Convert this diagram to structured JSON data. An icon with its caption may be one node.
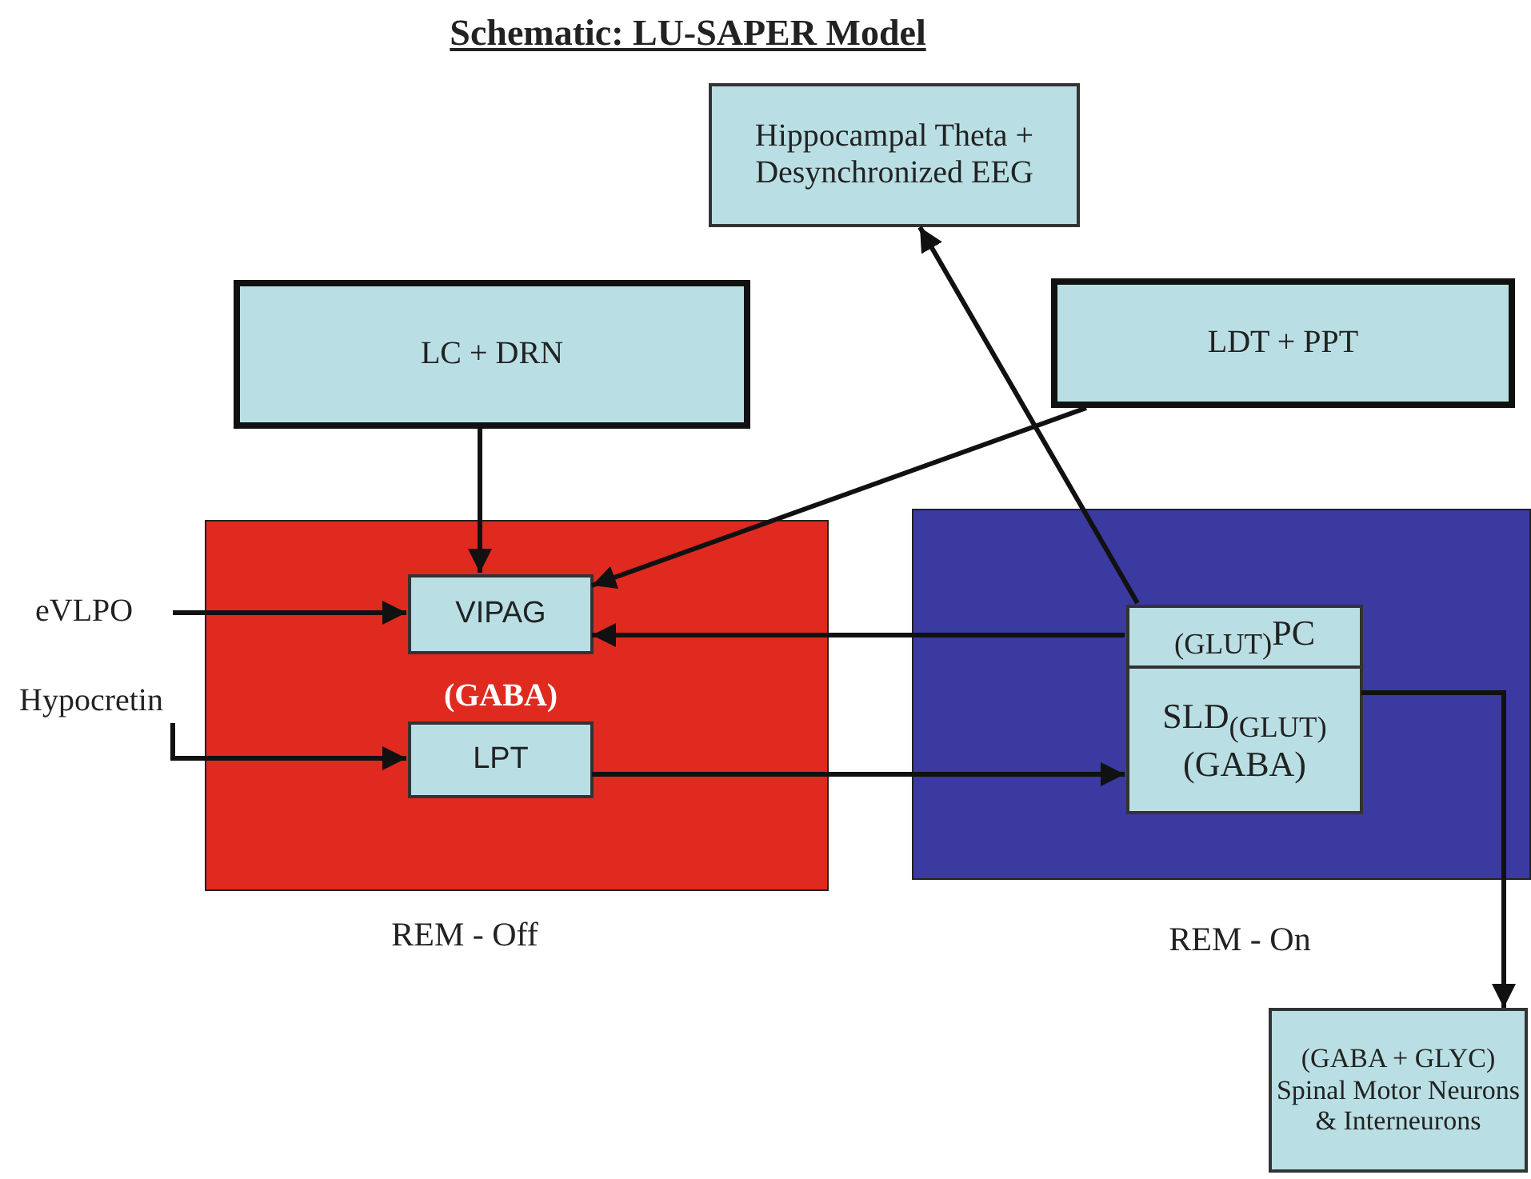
{
  "diagram": {
    "title": "Schematic:  LU-SAPER  Model",
    "nodes": [
      {
        "text": [
          "Hippocampal Theta + Desynchronized EEG"
        ]
      },
      {
        "text": [
          "LC + DRN"
        ]
      },
      {
        "text": [
          "LDT + PPT"
        ]
      },
      {
        "text": [
          "(GABA)"
        ],
        "beside": [
          "REM  - Off"
        ]
      },
      {
        "text": [
          "VIPAG"
        ],
        "in": 3
      },
      {
        "text": [
          "LPT"
        ],
        "in": 3
      },
      {
        "text": [],
        "shape": "box",
        "beside": [
          "REM  - On"
        ]
      },
      {
        "text": [
          "$_{(GLUT)}$PC"
        ],
        "in": 6
      },
      {
        "text": [
          "SLD$_{(GLUT)}$ (GABA)"
        ],
        "in": 6
      },
      {
        "text": [
          "eVLPO"
        ]
      },
      {
        "text": [
          "Hypocretin"
        ]
      },
      {
        "text": [
          "(GABA + GLYC) Spinal Motor Neurons & Interneurons"
        ]
      }
    ],
    "edges": [
      {
        "from": 1,
        "to": 4,
        "arrow": "to"
      },
      {
        "from": 2,
        "to": 4,
        "arrow": "to"
      },
      {
        "from": 9,
        "to": 4,
        "arrow": "to"
      },
      {
        "from": 10,
        "to": 5,
        "arrow": "to"
      },
      {
        "from": 7,
        "to": 4,
        "arrow": "to"
      },
      {
        "from": 5,
        "to": 8,
        "arrow": "to"
      },
      {
        "from": 7,
        "to": 0,
        "arrow": "to"
      },
      {
        "from": 8,
        "to": 11,
        "arrow": "to"
      }
    ]
  }
}
